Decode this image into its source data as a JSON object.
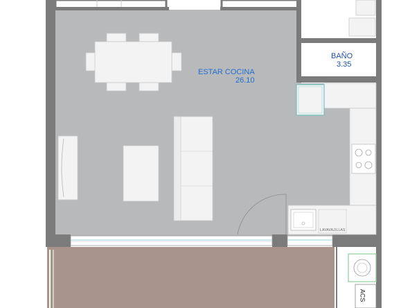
{
  "colors": {
    "wall": "#7b7b7b",
    "floor_living": "#b8b9bb",
    "floor_terrace": "#a8948a",
    "furniture": "#f3f3f3",
    "label": "#1f6fd1",
    "bath_label": "#1f4fa8",
    "glass": "#9ad4dc"
  },
  "rooms": {
    "living": {
      "name": "ESTAR COCINA",
      "area": "26.10"
    },
    "bath": {
      "name": "BAÑO",
      "area": "3.35"
    }
  },
  "appliances": {
    "dishwasher": "LAVAVAJILLAS",
    "water_heater": "ACS"
  }
}
